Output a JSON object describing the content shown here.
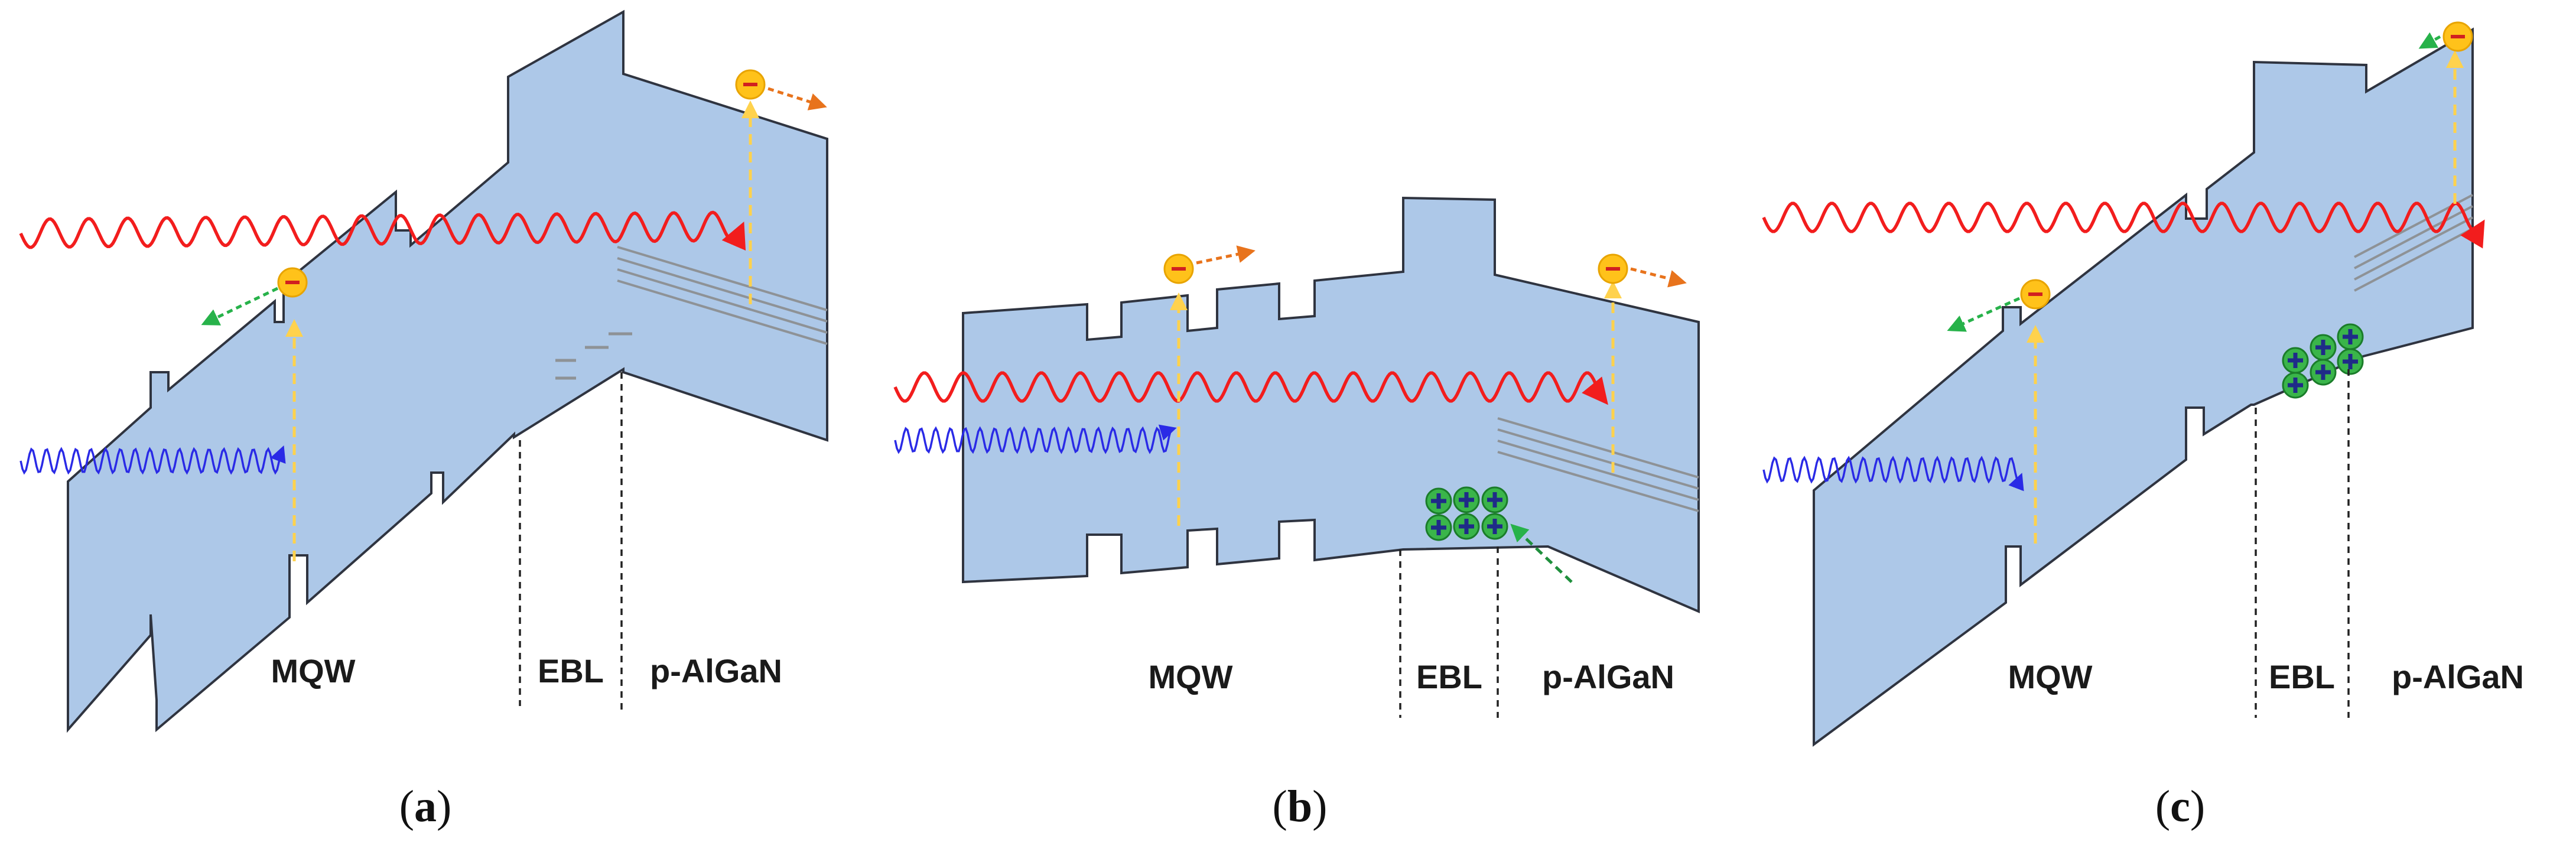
{
  "panels": [
    {
      "id": "a",
      "labels": {
        "mqw": "MQW",
        "ebl": "EBL",
        "player": "p-AlGaN"
      },
      "caption": {
        "open": "(",
        "letter": "a",
        "close": ")"
      }
    },
    {
      "id": "b",
      "labels": {
        "mqw": "MQW",
        "ebl": "EBL",
        "player": "p-AlGaN"
      },
      "caption": {
        "open": "(",
        "letter": "b",
        "close": ")"
      }
    },
    {
      "id": "c",
      "labels": {
        "mqw": "MQW",
        "ebl": "EBL",
        "player": "p-AlGaN"
      },
      "caption": {
        "open": "(",
        "letter": "c",
        "close": ")"
      }
    }
  ],
  "colors": {
    "band_fill": "#adc8e8",
    "band_outline": "#2f3440",
    "red_photon": "#f21d1d",
    "blue_photon": "#2a2ae6",
    "electron": "#ffc21a",
    "electron_sign": "#d12020",
    "hole": "#3ab54a",
    "hole_sign": "#1f2b88",
    "excitation_arrow": "#ffd24d",
    "escape_arrow_orange": "#e8731c",
    "escape_arrow_green": "#27b24a",
    "defect_levels": "#8e9296"
  },
  "icons": [
    "electron-icon",
    "hole-icon",
    "photon-wave-icon",
    "arrow-icon"
  ]
}
